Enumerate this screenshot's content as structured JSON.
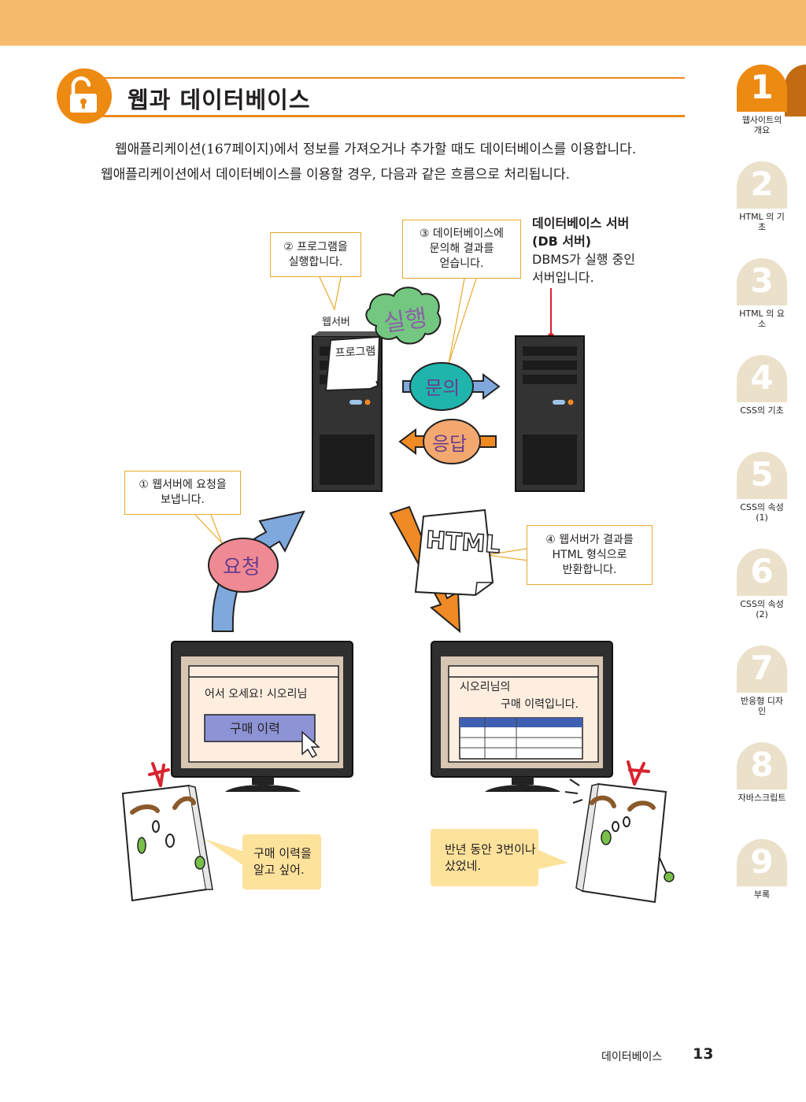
{
  "header": {
    "title": "웹과 데이터베이스"
  },
  "intro": {
    "line1": "웹애플리케이션(167페이지)에서 정보를 가져오거나 추가할 때도 데이터베이스를 이용합니다.",
    "line2": "웹애플리케이션에서 데이터베이스를 이용할 경우, 다음과 같은 흐름으로 처리됩니다."
  },
  "tabs": [
    {
      "num": "1",
      "label": "웹사이트의 개요",
      "active": true
    },
    {
      "num": "2",
      "label": "HTML 의 기초"
    },
    {
      "num": "3",
      "label": "HTML 의 요소"
    },
    {
      "num": "4",
      "label": "CSS의 기초"
    },
    {
      "num": "5",
      "label": "CSS의 속성 (1)"
    },
    {
      "num": "6",
      "label": "CSS의 속성 (2)"
    },
    {
      "num": "7",
      "label": "반응형 디자인"
    },
    {
      "num": "8",
      "label": "자바스크립트"
    },
    {
      "num": "9",
      "label": "부록"
    }
  ],
  "diagram": {
    "step1": {
      "line1": "① 웹서버에 요청을",
      "line2": "보냅니다."
    },
    "step2": {
      "line1": "② 프로그램을",
      "line2": "실행합니다."
    },
    "step3": {
      "line1": "③ 데이터베이스에",
      "line2": "문의해 결과를",
      "line3": "얻습니다."
    },
    "step4": {
      "line1": "④ 웹서버가 결과를",
      "line2": "HTML 형식으로",
      "line3": "반환합니다."
    },
    "db_server": {
      "title1": "데이터베이스 서버",
      "title2": "(DB 서버)",
      "desc1": "DBMS가 실행 중인",
      "desc2": "서버입니다."
    },
    "web_server_label": "웹서버",
    "program_label": "프로그램",
    "execute_label": "실행",
    "query_label": "문의",
    "response_label": "응답",
    "request_label": "요청",
    "html_doc_label": "HTML",
    "left_screen": {
      "greeting": "어서 오세요! 시오리님",
      "button": "구매 이력"
    },
    "right_screen": {
      "line1": "시오리님의",
      "line2": "구매 이력입니다."
    },
    "bubble_left": {
      "line1": "구매 이력을",
      "line2": "알고 싶어."
    },
    "bubble_right": {
      "line1": "반년 동안 3번이나",
      "line2": "샀었네."
    }
  },
  "footer": {
    "section": "데이터베이스",
    "page": "13"
  },
  "colors": {
    "accent_orange": "#ed8a12",
    "top_band": "#f7bb6e",
    "tab_inactive": "#ebe0c9",
    "callout_border": "#e7a92e",
    "speech_bubble": "#fde29c",
    "query_teal": "#1fb5ad",
    "response_orange": "#f2a86f",
    "request_pink": "#ef8a95",
    "arrow_blue": "#7fa8dc"
  }
}
